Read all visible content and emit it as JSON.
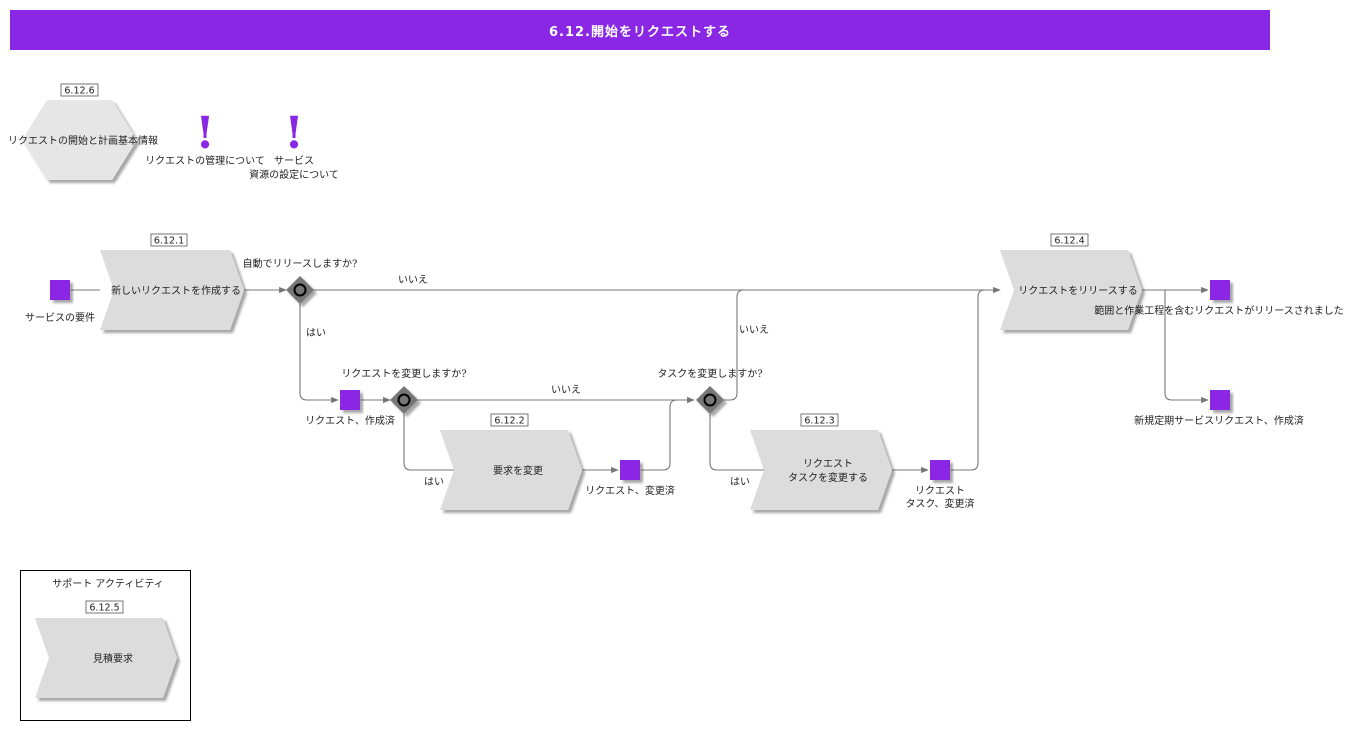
{
  "header": {
    "title": "6.12.開始をリクエストする"
  },
  "colors": {
    "accent": "#8a27e4",
    "process_fill": "#dcdcdc",
    "gateway": "#777777",
    "line": "#777777"
  },
  "info": {
    "hex_badge": "6.12.6",
    "hex_label": "リクエストの開始と計画基本情報",
    "note1": "リクエストの管理について",
    "note2_line1": "サービス",
    "note2_line2": "資源の設定について",
    "note_icon": "exclamation-icon"
  },
  "processes": {
    "p1": {
      "badge": "6.12.1",
      "label": "新しいリクエストを作成する"
    },
    "p2": {
      "badge": "6.12.2",
      "label": "要求を変更"
    },
    "p3": {
      "badge": "6.12.3",
      "label_line1": "リクエスト",
      "label_line2": "タスクを変更する"
    },
    "p4": {
      "badge": "6.12.4",
      "label": "リクエストをリリースする"
    }
  },
  "events": {
    "start": "サービスの要件",
    "e_created": "リクエスト、作成済",
    "e_changed": "リクエスト、変更済",
    "e_task_line1": "リクエスト",
    "e_task_line2": "タスク、変更済",
    "e_released": "範囲と作業工程を含むリクエストがリリースされました",
    "e_new": "新規定期サービスリクエスト、作成済"
  },
  "gateways": {
    "g1": "自動でリリースしますか?",
    "g2": "リクエストを変更しますか?",
    "g3": "タスクを変更しますか?"
  },
  "branches": {
    "yes": "はい",
    "no": "いいえ"
  },
  "support": {
    "title": "サポート アクティビティ",
    "badge": "6.12.5",
    "label": "見積要求"
  }
}
